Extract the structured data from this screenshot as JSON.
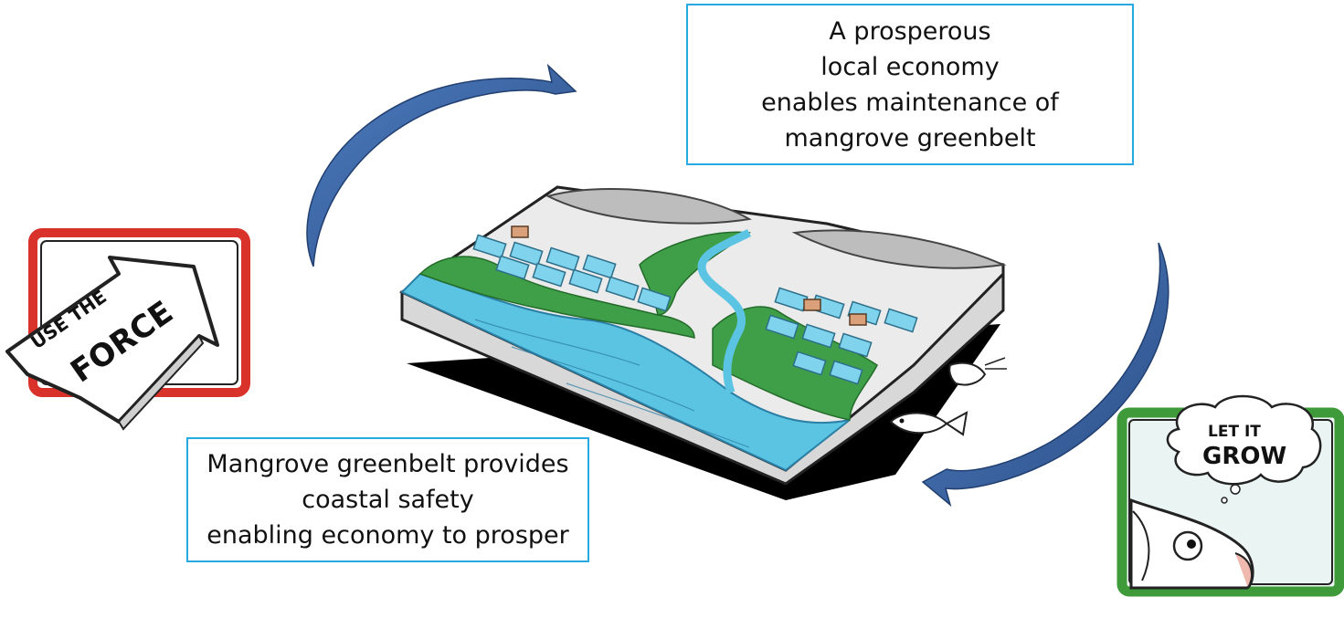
{
  "diagram": {
    "top_box": {
      "lines": [
        "A prosperous",
        "local economy",
        "enables maintenance of",
        "mangrove greenbelt"
      ]
    },
    "bottom_box": {
      "lines": [
        "Mangrove greenbelt provides",
        "coastal safety",
        "enabling economy to prosper"
      ]
    },
    "left_sign": {
      "small_text": "USE THE",
      "big_text": "FORCE"
    },
    "right_sign": {
      "small_text": "LET IT",
      "big_text": "GROW"
    },
    "colors": {
      "box_border": "#29a9e1",
      "arrow": "#3b67a5",
      "left_frame": "#d9322a",
      "right_frame": "#3f9a3a",
      "water": "#5cc4e3",
      "mangrove": "#3f9f48"
    }
  }
}
